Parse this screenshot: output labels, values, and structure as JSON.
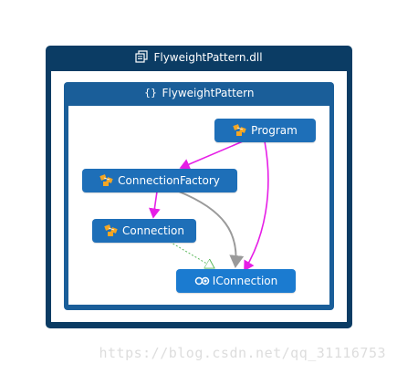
{
  "assembly": {
    "title": "FlyweightPattern.dll",
    "icon": "assembly-icon"
  },
  "namespace": {
    "title": "FlyweightPattern",
    "icon": "namespace-braces-icon"
  },
  "nodes": {
    "program": {
      "label": "Program",
      "kind": "class",
      "icon": "class-icon"
    },
    "connection_factory": {
      "label": "ConnectionFactory",
      "kind": "class",
      "icon": "class-icon"
    },
    "connection": {
      "label": "Connection",
      "kind": "class",
      "icon": "class-icon"
    },
    "iconnection": {
      "label": "IConnection",
      "kind": "interface",
      "icon": "interface-icon"
    }
  },
  "edges": [
    {
      "from": "Program",
      "to": "ConnectionFactory",
      "style": "magenta-solid"
    },
    {
      "from": "Program",
      "to": "IConnection",
      "style": "magenta-solid"
    },
    {
      "from": "ConnectionFactory",
      "to": "Connection",
      "style": "magenta-solid"
    },
    {
      "from": "ConnectionFactory",
      "to": "IConnection",
      "style": "gray-solid"
    },
    {
      "from": "Connection",
      "to": "IConnection",
      "style": "green-dotted-inheritance"
    }
  ],
  "colors": {
    "assembly_bg": "#0b3c64",
    "namespace_bg": "#1a5e99",
    "node_bg": "#1e6fb8",
    "edge_magenta": "#e61ee6",
    "edge_gray": "#9a9a9a",
    "edge_green": "#5cb85c"
  },
  "watermark": "https://blog.csdn.net/qq_31116753"
}
